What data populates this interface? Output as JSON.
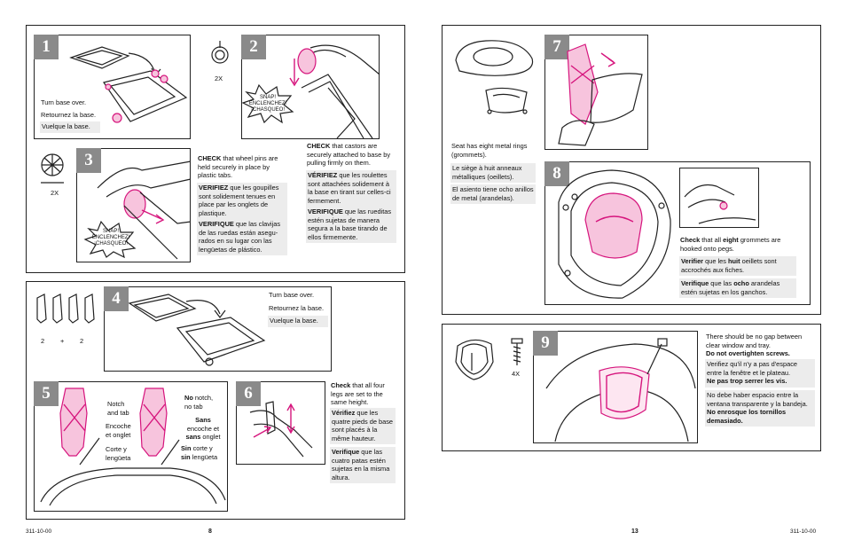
{
  "colors": {
    "accent": "#d6157d",
    "badge": "#8a8a8a",
    "caption_bg": "#ececec"
  },
  "step1": {
    "num": "1",
    "en": "Turn base over.",
    "fr": "Retournez la base.",
    "es": "Vuelque la base."
  },
  "step2": {
    "num": "2",
    "count": "2X",
    "burst": [
      "SNAP!",
      "ENCLENCHEZ!",
      "¡CHASQUEO!"
    ]
  },
  "step3": {
    "num": "3",
    "count": "2X",
    "burst": [
      "SNAP!",
      "ENCLENCHEZ!",
      "¡CHASQUEO!"
    ],
    "en_b": "CHECK",
    "en": "that wheel pins are held securely in place by plastic tabs.",
    "fr_b": "VERIFIEZ",
    "fr": "que les goupilles sont solidement tenues en place par les onglets de plastique.",
    "es_b": "VERIFIQUE",
    "es": "que las clavijas de las ruedas están asegu-rados en su lugar con las lengüetas de plástico."
  },
  "castor": {
    "en_b": "CHECK",
    "en": "that castors are securely attached to base by pulling firmly on them.",
    "fr_b": "VÉRIFIEZ",
    "fr": "que les roulettes sont attachées solidement à la base en tirant sur celles-ci fermement.",
    "es_b": "VERIFIQUE",
    "es": "que las rueditas estén sujetas de manera segura a la base tirando de ellos firmemente."
  },
  "step4": {
    "num": "4",
    "qty_left": "2",
    "plus": "+",
    "qty_right": "2",
    "en": "Turn base over.",
    "fr": "Retournez la base.",
    "es": "Vuelque la base."
  },
  "step5": {
    "num": "5",
    "notch_en": "Notch and tab",
    "notch_fr": "Encoche et onglet",
    "notch_es": "Corte y lengüeta",
    "no_b": "No",
    "no_en": "notch, no tab",
    "sans_b": "Sans",
    "sans_fr": "encoche et",
    "sans_b2": "sans",
    "sans_fr2": "onglet",
    "sin_b": "Sin",
    "sin_es": "corte y",
    "sin_b2": "sin",
    "sin_es2": "lengüeta"
  },
  "step6": {
    "num": "6",
    "en_b": "Check",
    "en": "that all four legs are set to the same height.",
    "fr_b": "Vérifiez",
    "fr": "que les quatre pieds de base sont placés à la même hauteur.",
    "es_b": "Verifique",
    "es": "que las cuatro patas estén sujetas en la misma altura."
  },
  "step7": {
    "num": "7",
    "en": "Seat has eight metal rings (grommets).",
    "fr": "Le siège à huit anneaux métalliques (oeillets).",
    "es": "El asiento tiene ocho anillos de metal (arandelas)."
  },
  "step8": {
    "num": "8",
    "en_b": "Check",
    "en_pre": "that all",
    "en_b2": "eight",
    "en_post": "grommets are hooked onto pegs.",
    "fr_b": "Verifier",
    "fr_pre": "que les",
    "fr_b2": "huit",
    "fr_post": "oeillets sont accrochés aux fiches.",
    "es_b": "Verifique",
    "es_pre": "que las",
    "es_b2": "ocho",
    "es_post": "arandelas estén sujetas en los ganchos."
  },
  "step9": {
    "num": "9",
    "count": "4X",
    "en": "There should be no gap between clear window and tray.",
    "en_b": "Do not overtighten screws.",
    "fr": "Verifiez qu'il n'y a pas d'espace entre la fenêtre et le plateau.",
    "fr_b": "Ne pas trop serrer les vis.",
    "es": "No debe haber espacio entre la ventana transparente y la bandeja.",
    "es_b": "No enrosque los tornillos demasiado."
  },
  "footer": {
    "left_code": "311-10-00",
    "left_page": "8",
    "right_page": "13",
    "right_code": "311-10-00"
  }
}
